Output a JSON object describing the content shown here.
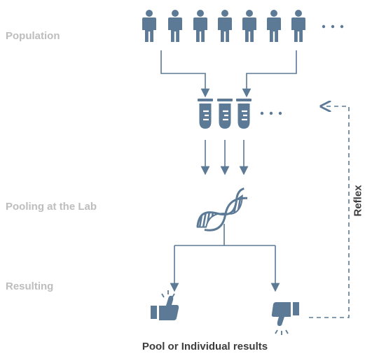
{
  "stages": {
    "population": "Population",
    "pooling": "Pooling at the Lab",
    "resulting": "Resulting"
  },
  "feedback_label": "Reflex",
  "caption": "Pool or Individual results",
  "colors": {
    "icon": "#5c7a96",
    "stage_text": "#bdbdbd",
    "dark_text": "#3d3d3d"
  },
  "icons": {
    "people": "person-icon",
    "tubes": "test-tube-icon",
    "dna": "dna-icon",
    "positive": "thumbs-up-icon",
    "negative": "thumbs-down-icon"
  }
}
